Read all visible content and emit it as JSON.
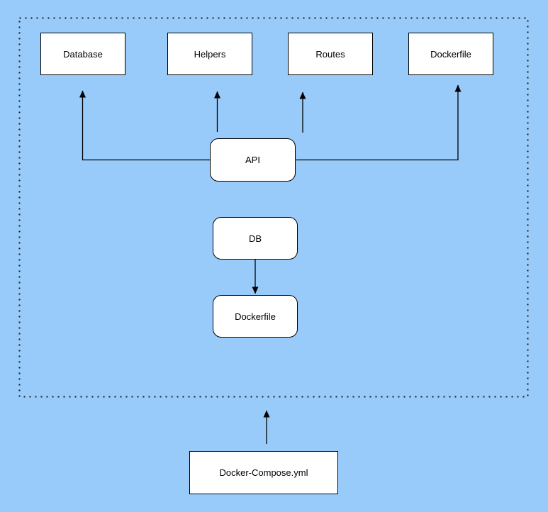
{
  "diagram": {
    "background_color": "#99CBFA",
    "node_fill": "#FFFFFF",
    "node_border_color": "#000000",
    "edge_color": "#000000",
    "container_border_color": "#1a1a1a",
    "container": {
      "style": "dotted-rectangle"
    },
    "nodes": {
      "database": {
        "label": "Database",
        "shape": "rectangle"
      },
      "helpers": {
        "label": "Helpers",
        "shape": "rectangle"
      },
      "routes": {
        "label": "Routes",
        "shape": "rectangle"
      },
      "dockerfile_service": {
        "label": "Dockerfile",
        "shape": "rectangle"
      },
      "api": {
        "label": "API",
        "shape": "rounded-rectangle"
      },
      "db": {
        "label": "DB",
        "shape": "rounded-rectangle"
      },
      "db_dockerfile": {
        "label": "Dockerfile",
        "shape": "rounded-rectangle"
      },
      "docker_compose": {
        "label": "Docker-Compose.yml",
        "shape": "rectangle"
      }
    },
    "edges": [
      {
        "from": "api",
        "to": "database"
      },
      {
        "from": "api",
        "to": "helpers"
      },
      {
        "from": "api",
        "to": "routes"
      },
      {
        "from": "api",
        "to": "dockerfile_service"
      },
      {
        "from": "db",
        "to": "db_dockerfile"
      },
      {
        "from": "docker_compose",
        "to": "container"
      }
    ]
  }
}
